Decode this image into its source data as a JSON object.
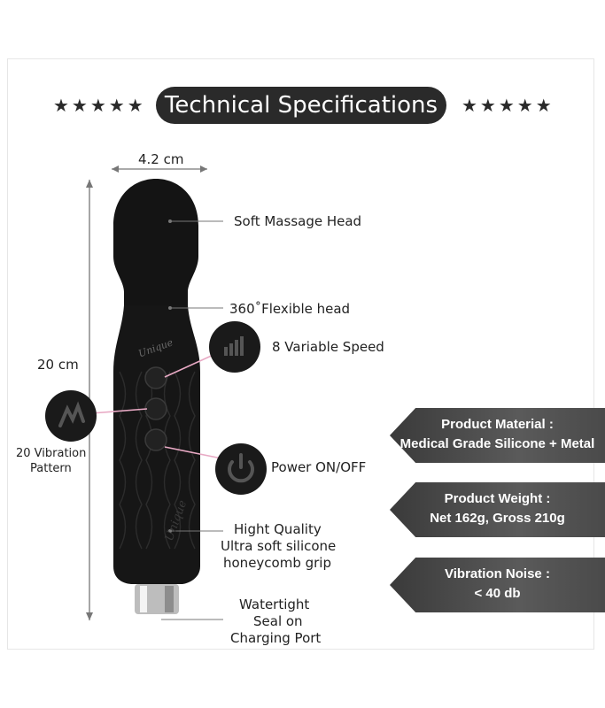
{
  "header": {
    "stars_left": "★★★★★",
    "stars_right": "★★★★★",
    "title": "Technical Specifications"
  },
  "dimensions": {
    "width": "4.2 cm",
    "height": "20 cm"
  },
  "callouts": {
    "head": "Soft Massage Head",
    "flex": "360˚Flexible  head",
    "speed": "8 Variable Speed",
    "pattern_line1": "20 Vibration",
    "pattern_line2": "Pattern",
    "power": "Power ON/OFF",
    "grip_line1": "Hight Quality",
    "grip_line2": "Ultra soft silicone",
    "grip_line3": "honeycomb grip",
    "port_line1": "Watertight",
    "port_line2": "Seal on",
    "port_line3": "Charging Port"
  },
  "brand": "Unique",
  "specs": [
    {
      "title": "Product Material :",
      "value": "Medical Grade Silicone + Metal"
    },
    {
      "title": "Product Weight :",
      "value": "Net 162g, Gross 210g"
    },
    {
      "title": "Vibration Noise :",
      "value": "< 40 db"
    }
  ],
  "colors": {
    "product": "#141414",
    "pill": "#2a2a2a",
    "spec_box": "#4a4a4a",
    "accent_line": "#e8a9c4"
  }
}
